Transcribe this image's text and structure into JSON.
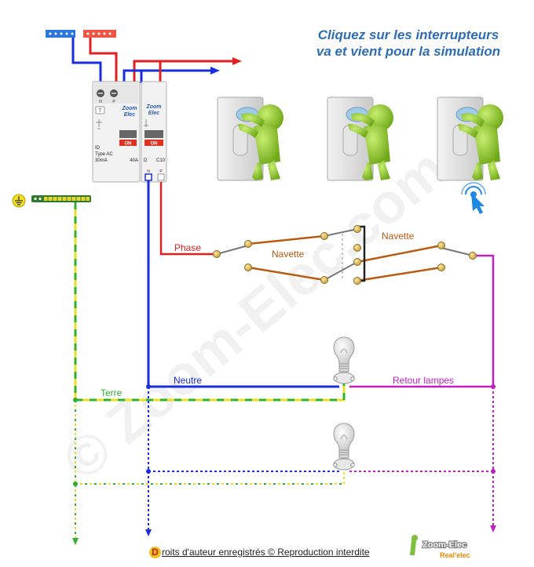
{
  "instruction": {
    "line1": "Cliquez sur les interrupteurs",
    "line2": "va et vient pour la simulation"
  },
  "labels": {
    "phase": "Phase",
    "navette_left": "Navette",
    "navette_right": "Navette",
    "neutre": "Neutre",
    "terre": "Terre",
    "retour": "Retour lampes"
  },
  "breaker_id": {
    "brand_line1": "Zoom",
    "brand_line2": "Elec",
    "test_button": "T",
    "terminal_n": "N",
    "terminal_p": "P",
    "on_label": "ON",
    "spec_line1": "ID",
    "spec_line2": "Type AC",
    "spec_line3": "30mA",
    "rating": "40A"
  },
  "breaker_c10": {
    "brand_line1": "Zoom",
    "brand_line2": "Elec",
    "on_label": "ON",
    "curve": "D",
    "rating": "C10",
    "terminal_n": "N",
    "terminal_p": "P"
  },
  "watermark": "© Zoom-Elec.com",
  "footer": {
    "d_letter": "D",
    "text": "roits d'auteur enregistrés © Reproduction interdite"
  },
  "logo": {
    "line1": "Zoom-Elec",
    "line2": "Real'elec"
  },
  "colors": {
    "phase": "#e02020",
    "neutral": "#1a2ee0",
    "earth_yellow": "#e8e020",
    "earth_green": "#30b030",
    "navette": "#b85a10",
    "retour": "#c020c0",
    "instruction": "#2e6db5"
  },
  "icons": [
    "person-pressing-switch-icon",
    "hand-click-icon",
    "bulb-icon",
    "earth-symbol-icon"
  ]
}
